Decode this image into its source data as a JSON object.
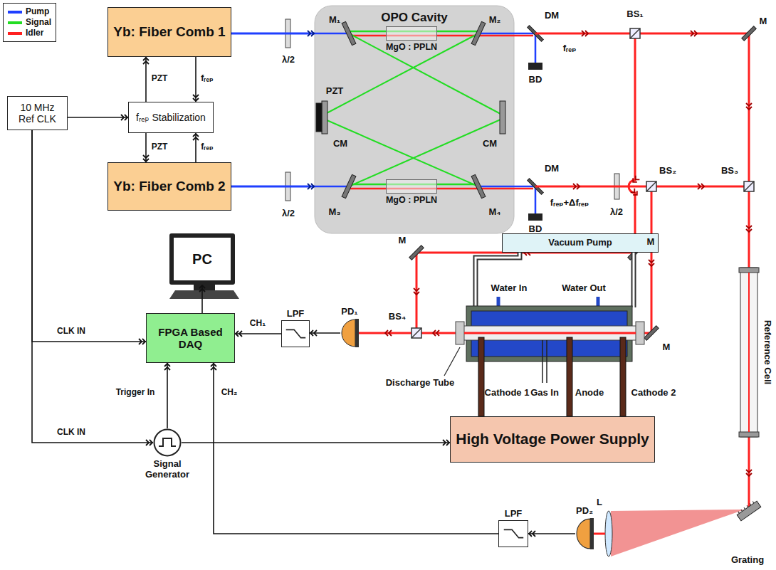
{
  "diagram": {
    "nodes": [
      {
        "text": [
          "Yb: Fiber Comb 1"
        ]
      },
      {
        "text": [
          "Yb: Fiber Comb 2"
        ]
      },
      {
        "text": [
          "fᵣₑₚ Stabilization"
        ]
      },
      {
        "text": [
          "10 MHz Ref CLK"
        ]
      },
      {
        "text": [
          "OPO Cavity"
        ]
      },
      {
        "text": [
          "MgO : PPLN"
        ],
        "in": 4
      },
      {
        "text": [
          "MgO : PPLN"
        ],
        "in": 4
      },
      {
        "text": [
          "PC"
        ]
      },
      {
        "text": [
          "FPGA Based DAQ"
        ]
      },
      {
        "text": [
          "LPF"
        ]
      },
      {
        "text": [
          "PD₁"
        ]
      },
      {
        "text": [
          "Signal Generator"
        ]
      },
      {
        "text": [
          "Vacuum Pump"
        ]
      },
      {
        "text": [
          "High Voltage Power Supply"
        ]
      },
      {
        "text": [
          "LPF"
        ]
      },
      {
        "text": [
          "PD₂"
        ]
      }
    ],
    "edges": [
      {
        "from": 2,
        "to": 0,
        "label": "PZT",
        "arrow": "to"
      },
      {
        "from": 0,
        "to": 2,
        "label": "fᵣₑₚ",
        "arrow": "to"
      },
      {
        "from": 2,
        "to": 1,
        "label": "PZT",
        "arrow": "to"
      },
      {
        "from": 1,
        "to": 2,
        "label": "fᵣₑₚ",
        "arrow": "to"
      },
      {
        "from": 3,
        "to": 2,
        "arrow": "to"
      },
      {
        "from": 3,
        "to": 8,
        "label": "CLK IN",
        "arrow": "to"
      },
      {
        "from": 3,
        "to": 11,
        "label": "CLK IN",
        "arrow": "to"
      },
      {
        "from": 11,
        "to": 8,
        "label": "Trigger In",
        "arrow": "to"
      },
      {
        "from": 11,
        "to": 13,
        "arrow": "to"
      },
      {
        "from": 10,
        "to": 9,
        "arrow": "to"
      },
      {
        "from": 9,
        "to": 8,
        "label": "CH₁",
        "arrow": "to"
      },
      {
        "from": 15,
        "to": 14,
        "arrow": "to"
      },
      {
        "from": 14,
        "to": 8,
        "label": "CH₂",
        "arrow": "to"
      },
      {
        "from": 8,
        "to": 7,
        "arrow": "to"
      },
      {
        "from": 0,
        "to": 4,
        "arrow": "to"
      },
      {
        "from": 1,
        "to": 4,
        "arrow": "to"
      }
    ],
    "labels": [
      "M₁",
      "M₂",
      "M₃",
      "M₄",
      "PZT",
      "CM",
      "CM",
      "DM",
      "DM",
      "BD",
      "BD",
      "fᵣₑₚ",
      "fᵣₑₚ+Δfᵣₑₚ",
      "BS₁",
      "BS₂",
      "BS₃",
      "M",
      "M",
      "M",
      "M",
      "λ/2",
      "λ/2",
      "λ/2",
      "BS₄",
      "Water In",
      "Water Out",
      "Discharge Tube",
      "Cathode 1",
      "Gas In",
      "Anode",
      "Cathode 2",
      "Reference Cell",
      "L",
      "Grating"
    ],
    "legend": [
      {
        "text": "Pump",
        "color": "#1f3fff"
      },
      {
        "text": "Signal",
        "color": "#22dd22"
      },
      {
        "text": "Idler",
        "color": "#ff2020"
      }
    ]
  }
}
